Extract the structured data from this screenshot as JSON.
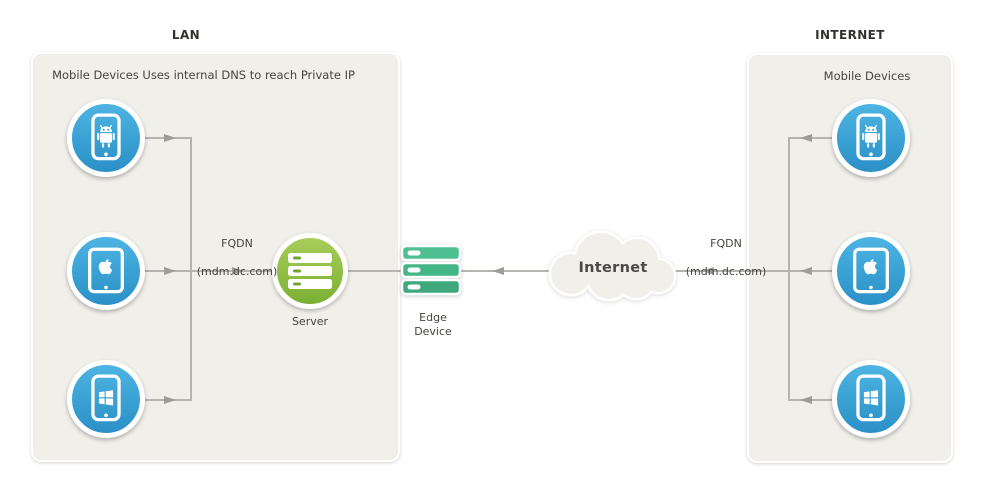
{
  "titles": {
    "lan": "LAN",
    "internet": "INTERNET"
  },
  "lan_panel": {
    "note": "Mobile Devices Uses internal DNS to reach Private IP",
    "devices": [
      {
        "platform": "android"
      },
      {
        "platform": "apple"
      },
      {
        "platform": "windows"
      }
    ]
  },
  "internet_panel": {
    "note": "Mobile Devices",
    "devices": [
      {
        "platform": "android"
      },
      {
        "platform": "apple"
      },
      {
        "platform": "windows"
      }
    ]
  },
  "labels": {
    "fqdn_lan": {
      "line1": "FQDN",
      "line2": "(mdm.dc.com)"
    },
    "fqdn_internet": {
      "line1": "FQDN",
      "line2": "(mdm.dc.com)"
    },
    "server": "Server",
    "edge_device": "Edge\nDevice",
    "cloud": "Internet"
  },
  "colors": {
    "panel_bg": "#f0efea",
    "device_blue_top": "#4db4e3",
    "device_blue_bottom": "#2a90c6",
    "server_green_top": "#a8cd5a",
    "server_green_bottom": "#7bb034",
    "edge_green": "#45b686",
    "line_gray": "#b5b4b1",
    "arrow_gray": "#9e9d9a",
    "title_text": "#33322f",
    "body_text": "#45443f"
  },
  "flow": {
    "lan_direction": "devices -> server",
    "internet_direction": "devices -> internet cloud -> edge device"
  }
}
